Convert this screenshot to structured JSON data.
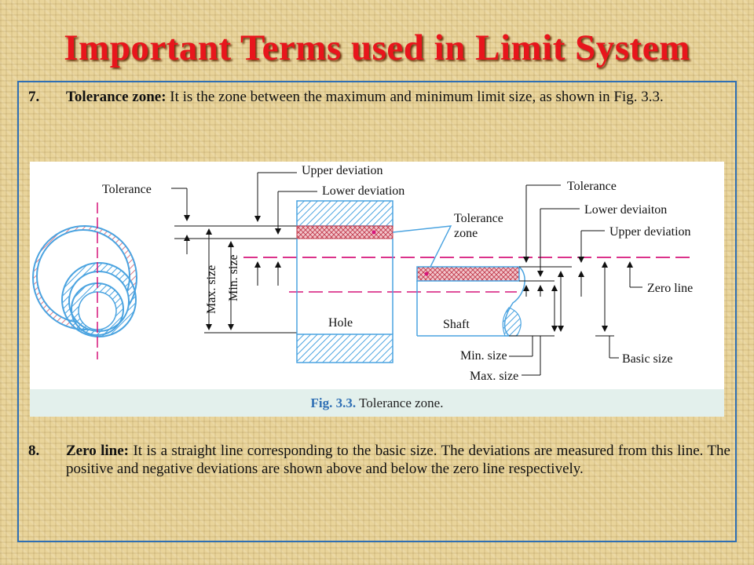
{
  "slide": {
    "title": "Important Terms used in Limit System"
  },
  "item7": {
    "number": "7.",
    "term": "Tolerance zone:",
    "text": " It is the zone between the maximum and minimum limit size, as shown in Fig. 3.3."
  },
  "figure": {
    "caption_number": "Fig. 3.3.",
    "caption_text": " Tolerance zone.",
    "labels": {
      "tolerance_left": "Tolerance",
      "upper_deviation_top": "Upper deviation",
      "lower_deviation_top": "Lower deviation",
      "tolerance_zone_1": "Tolerance",
      "tolerance_zone_2": "zone",
      "max_size_left": "Max. size",
      "min_size_left": "Min. size",
      "hole": "Hole",
      "shaft": "Shaft",
      "tolerance_right": "Tolerance",
      "lower_deviation_right": "Lower deviaiton",
      "upper_deviation_right": "Upper deviation",
      "zero_line": "Zero line",
      "min_size_bottom": "Min. size",
      "max_size_bottom": "Max. size",
      "basic_size": "Basic size"
    },
    "colors": {
      "accent_magenta": "#d6157a",
      "circle_hatch": "#4aa3e0",
      "hole_hatch": "#3b9fd9",
      "zone_fill": "#d45a6a"
    }
  },
  "item8": {
    "number": "8.",
    "term": "Zero line:",
    "text": " It is a straight line corresponding to the basic size. The deviations are measured from this line. The positive and negative deviations are shown above and below the zero line respectively."
  }
}
